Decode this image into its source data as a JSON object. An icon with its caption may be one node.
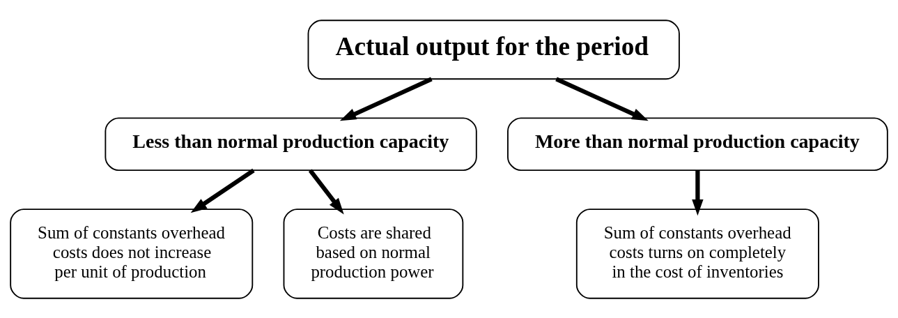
{
  "diagram": {
    "nodes": [
      {
        "text": [
          "Actual output for the period"
        ]
      },
      {
        "text": [
          "Less than normal production capacity"
        ]
      },
      {
        "text": [
          "More than normal production capacity"
        ]
      },
      {
        "text": [
          "Sum of constants overhead costs does not increase per unit of production"
        ]
      },
      {
        "text": [
          "Costs are shared based on normal production power"
        ]
      },
      {
        "text": [
          "Sum of constants overhead costs turns on completely in the cost of inventories"
        ]
      }
    ],
    "edges": [
      {
        "from": 0,
        "to": 1,
        "arrow": "to"
      },
      {
        "from": 0,
        "to": 2,
        "arrow": "to"
      },
      {
        "from": 1,
        "to": 3,
        "arrow": "to"
      },
      {
        "from": 1,
        "to": 4,
        "arrow": "to"
      },
      {
        "from": 2,
        "to": 5,
        "arrow": "to"
      }
    ]
  }
}
